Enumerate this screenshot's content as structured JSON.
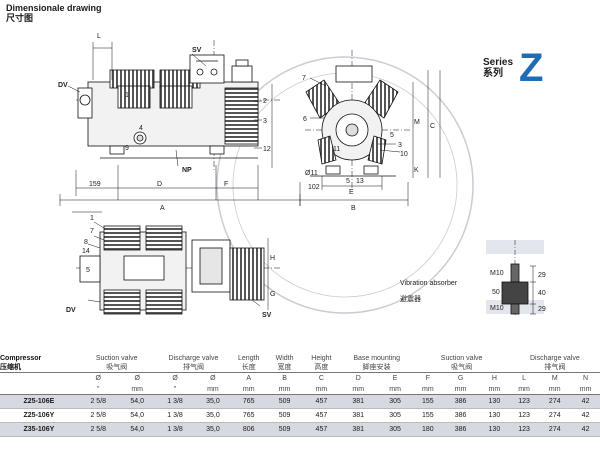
{
  "header": {
    "title_en": "Dimensionale drawing",
    "title_cn": "尺寸图"
  },
  "series": {
    "label_en": "Series",
    "label_cn": "系列",
    "letter": "Z",
    "accent": "#1f6db5"
  },
  "watermark": {
    "color": "#c9ccd2"
  },
  "drawing_labels": {
    "front": {
      "L": "L",
      "SV": "SV",
      "DV": "DV",
      "n1": "1",
      "n2": "2",
      "n3": "3",
      "n4": "4",
      "n9": "9",
      "n12": "12",
      "NP": "NP",
      "n159": "159",
      "D": "D",
      "F": "F",
      "A": "A"
    },
    "side": {
      "n7": "7",
      "n6": "6",
      "n11": "11",
      "n5": "5",
      "n3": "3",
      "n10": "10",
      "M": "M",
      "C": "C",
      "K": "K",
      "d11": "Ø11",
      "n102": "102",
      "n5b": "5",
      "n13": "13",
      "E": "E",
      "B": "B"
    },
    "top": {
      "n1": "1",
      "n7": "7",
      "n8": "8",
      "n14": "14",
      "n5": "5",
      "DV": "DV",
      "SV": "SV",
      "H": "H",
      "G": "G"
    }
  },
  "vibration": {
    "label_en": "Vibration absorber",
    "label_cn": "避震器",
    "m10_top": "M10",
    "m10_bot": "M10",
    "d50": "50",
    "d29a": "29",
    "d40": "40",
    "d29b": "29"
  },
  "table": {
    "compressor_en": "Compressor",
    "compressor_cn": "压缩机",
    "groups": [
      {
        "en": "Suction valve",
        "cn": "吸气阀",
        "span": 2
      },
      {
        "en": "Discharge valve",
        "cn": "排气阀",
        "span": 2
      },
      {
        "en": "Length",
        "cn": "长度",
        "span": 1
      },
      {
        "en": "Width",
        "cn": "宽度",
        "span": 1
      },
      {
        "en": "Height",
        "cn": "高度",
        "span": 1
      },
      {
        "en": "Base mounting",
        "cn": "脚座安装",
        "span": 2
      },
      {
        "en": "Suction valve",
        "cn": "吸气阀",
        "span": 3
      },
      {
        "en": "Discharge valve",
        "cn": "排气阀",
        "span": 3
      }
    ],
    "symbols": [
      "Ø",
      "Ø",
      "Ø",
      "Ø",
      "A",
      "B",
      "C",
      "D",
      "E",
      "F",
      "G",
      "H",
      "L",
      "M",
      "N"
    ],
    "units": [
      "\"",
      "mm",
      "\"",
      "mm",
      "mm",
      "mm",
      "mm",
      "mm",
      "mm",
      "mm",
      "mm",
      "mm",
      "mm",
      "mm",
      "mm"
    ],
    "rows": [
      {
        "model": "Z25-106E",
        "cells": [
          "2 5/8",
          "54,0",
          "1 3/8",
          "35,0",
          "765",
          "509",
          "457",
          "381",
          "305",
          "155",
          "386",
          "130",
          "123",
          "274",
          "42"
        ]
      },
      {
        "model": "Z25-106Y",
        "cells": [
          "2 5/8",
          "54,0",
          "1 3/8",
          "35,0",
          "765",
          "509",
          "457",
          "381",
          "305",
          "155",
          "386",
          "130",
          "123",
          "274",
          "42"
        ]
      },
      {
        "model": "Z35-106Y",
        "cells": [
          "2 5/8",
          "54,0",
          "1 3/8",
          "35,0",
          "806",
          "509",
          "457",
          "381",
          "305",
          "180",
          "386",
          "130",
          "123",
          "274",
          "42"
        ]
      }
    ]
  }
}
